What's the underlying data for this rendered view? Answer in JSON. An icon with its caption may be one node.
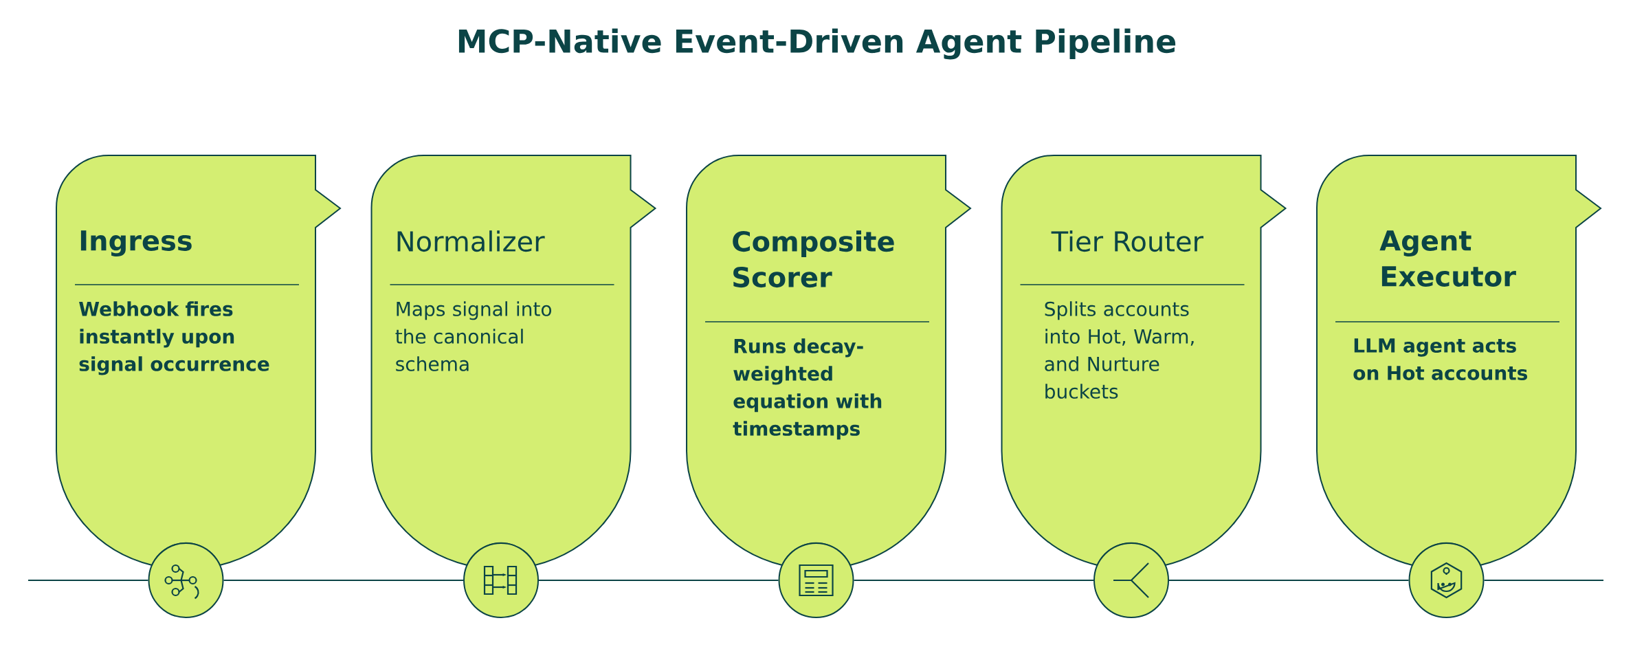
{
  "diagram": {
    "title": "MCP-Native Event-Driven Agent Pipeline",
    "nodes": [
      {
        "text": [
          "Ingress",
          "Webhook fires instantly upon signal occurrence"
        ]
      },
      {
        "text": [
          "Normalizer",
          "Maps signal into the canonical schema"
        ]
      },
      {
        "text": [
          "Composite Scorer",
          "Runs decay-weighted equation with timestamps"
        ]
      },
      {
        "text": [
          "Tier Router",
          "Splits accounts into Hot, Warm, and Nurture buckets"
        ]
      },
      {
        "text": [
          "Agent Executor",
          "LLM agent acts on Hot accounts"
        ]
      },
      {
        "text": [],
        "shape": "circle"
      },
      {
        "text": [],
        "shape": "circle"
      },
      {
        "text": [],
        "shape": "circle"
      },
      {
        "text": [],
        "shape": "circle"
      },
      {
        "text": [],
        "shape": "circle"
      }
    ],
    "edges": [
      {
        "from": null,
        "to": 5,
        "arrow": "none"
      },
      {
        "from": 5,
        "to": 6,
        "arrow": "none"
      },
      {
        "from": 6,
        "to": 7,
        "arrow": "none"
      },
      {
        "from": 7,
        "to": 8,
        "arrow": "none"
      },
      {
        "from": 8,
        "to": 9,
        "arrow": "none"
      },
      {
        "from": 9,
        "to": null,
        "arrow": "none"
      }
    ]
  }
}
